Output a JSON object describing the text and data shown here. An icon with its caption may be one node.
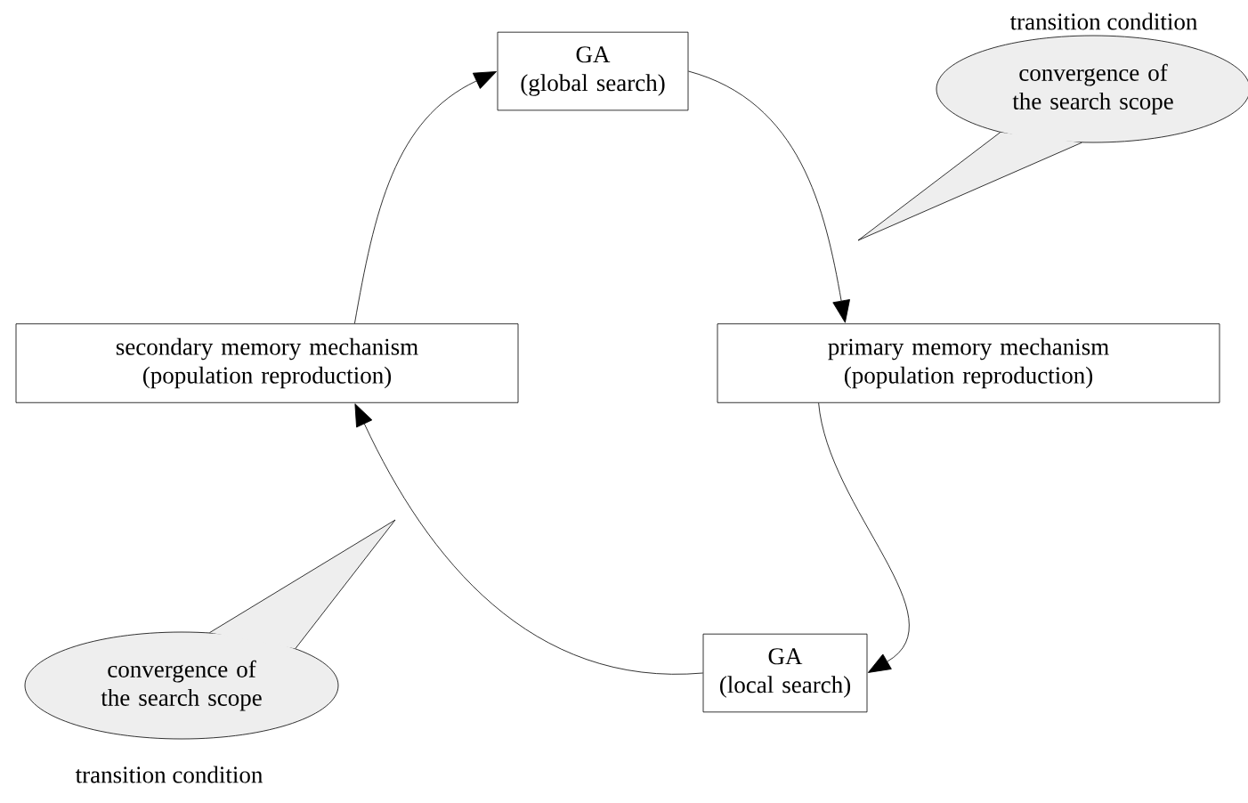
{
  "diagram": {
    "nodes": [
      {
        "text": [
          "GA",
          "(global search)"
        ]
      },
      {
        "text": [
          "primary memory mechanism",
          "(population reproduction)"
        ]
      },
      {
        "text": [
          "GA",
          "(local search)"
        ]
      },
      {
        "text": [
          "secondary memory mechanism",
          "(population reproduction)"
        ]
      },
      {
        "text": [
          "convergence of the search scope"
        ],
        "beside": [
          "transition condition"
        ]
      },
      {
        "text": [
          "convergence of the search scope"
        ],
        "beside": [
          "transition condition"
        ]
      }
    ],
    "edges": [
      {
        "from": 0,
        "to": 1,
        "arrow": "to"
      },
      {
        "from": 1,
        "to": 2,
        "arrow": "to"
      },
      {
        "from": 2,
        "to": 3,
        "arrow": "to"
      },
      {
        "from": 3,
        "to": 0,
        "arrow": "to"
      },
      {
        "from": 4,
        "to": null,
        "arrow": "none"
      },
      {
        "from": 5,
        "to": null,
        "arrow": "none"
      }
    ]
  }
}
